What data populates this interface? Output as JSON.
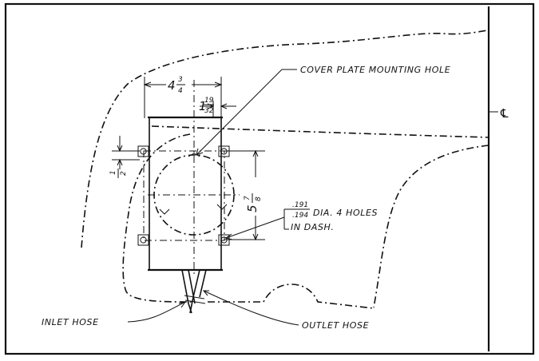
{
  "labels": {
    "cover_plate_mounting_hole": "COVER PLATE MOUNTING HOLE",
    "holes_line1": "DIA. 4 HOLES",
    "holes_line2": "IN DASH.",
    "inlet_hose": "INLET HOSE",
    "outlet_hose": "OUTLET HOSE",
    "centerline": "℄"
  },
  "dimensions": {
    "width_whole": "4",
    "width_num": "3",
    "width_den": "4",
    "offset_whole": "1",
    "offset_num": "19",
    "offset_den": "32",
    "left_num": "1",
    "left_den": "2",
    "height_whole": "5",
    "height_num": "7",
    "height_den": "8",
    "hole_dia_max": ".191",
    "hole_dia_min": ".194"
  }
}
